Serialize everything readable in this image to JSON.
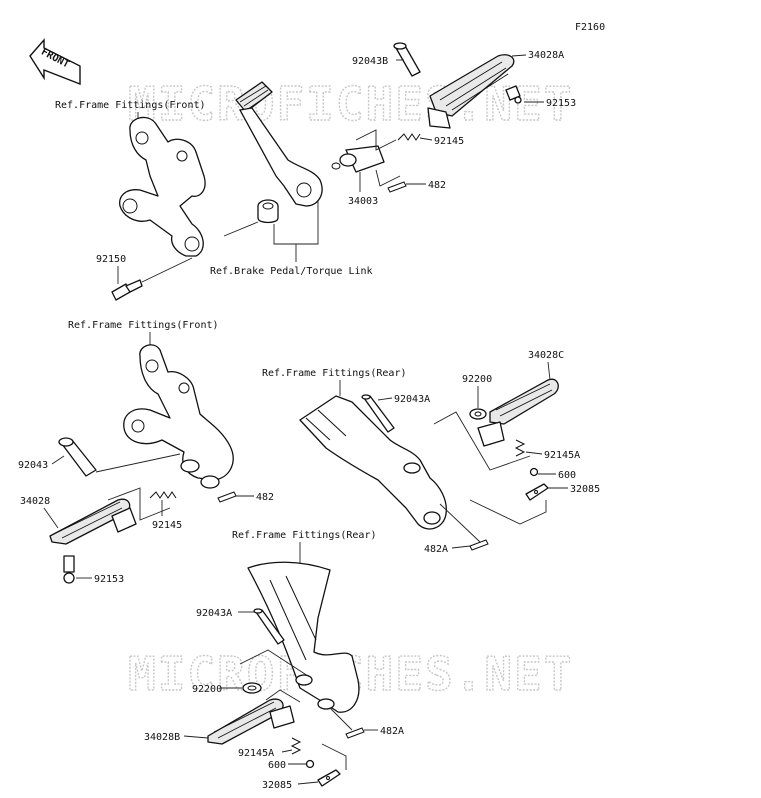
{
  "figure_code": "F2160",
  "front_badge": "FRONT",
  "watermark": "MICROFICHES.NET",
  "references": {
    "frame_front_1": "Ref.Frame Fittings(Front)",
    "frame_front_2": "Ref.Frame Fittings(Front)",
    "frame_rear_1": "Ref.Frame Fittings(Rear)",
    "frame_rear_2": "Ref.Frame Fittings(Rear)",
    "brake_pedal": "Ref.Brake Pedal/Torque Link"
  },
  "parts": {
    "p92043B": "92043B",
    "p34028A": "34028A",
    "p92153_top": "92153",
    "p92145_top": "92145",
    "p482_top": "482",
    "p34003": "34003",
    "p92150": "92150",
    "p92043": "92043",
    "p34028": "34028",
    "p92145_mid": "92145",
    "p482_mid": "482",
    "p92153_mid": "92153",
    "p34028C": "34028C",
    "p92200_r": "92200",
    "p92043A_r": "92043A",
    "p92145A_r": "92145A",
    "p600_r": "600",
    "p32085_r": "32085",
    "p482A_r": "482A",
    "p92043A_b": "92043A",
    "p92200_b": "92200",
    "p34028B": "34028B",
    "p92145A_b": "92145A",
    "p600_b": "600",
    "p32085_b": "32085",
    "p482A_b": "482A"
  }
}
